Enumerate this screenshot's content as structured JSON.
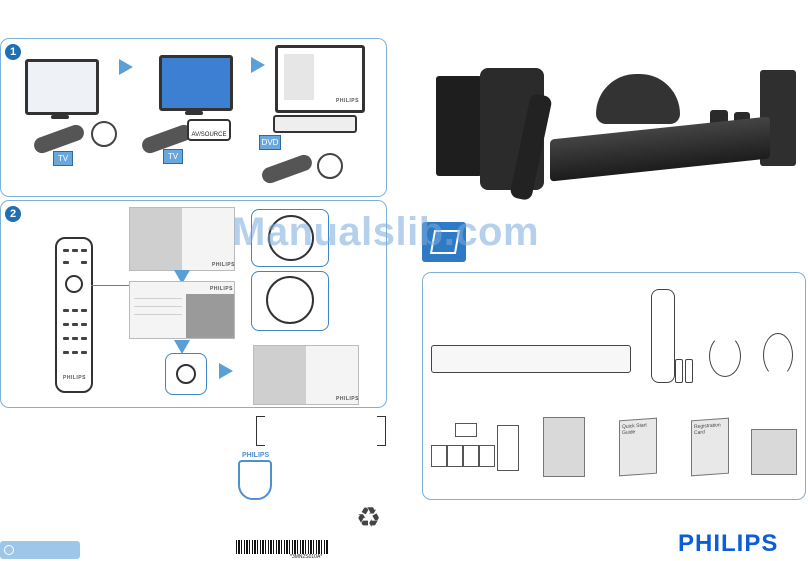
{
  "watermark": "Manualslib.com",
  "step1": {
    "badge": "1",
    "tv_tag1": "TV",
    "tv_tag2": "TV",
    "source_label": "AV/SOURCE",
    "dvd_tag": "DVD",
    "menu_brand": "PHILIPS"
  },
  "step2": {
    "badge": "2",
    "remote_brand": "PHILIPS",
    "screen_brand1": "PHILIPS",
    "screen_brand2": "PHILIPS",
    "screen_brand3": "PHILIPS"
  },
  "right": {
    "doc2_text": "Quick Start Guide",
    "doc3_text": "Registration Card"
  },
  "footer": {
    "brand": "PHILIPS",
    "shield_text": "PHILIPS",
    "barcode_text": "*3MN2S010A*"
  }
}
